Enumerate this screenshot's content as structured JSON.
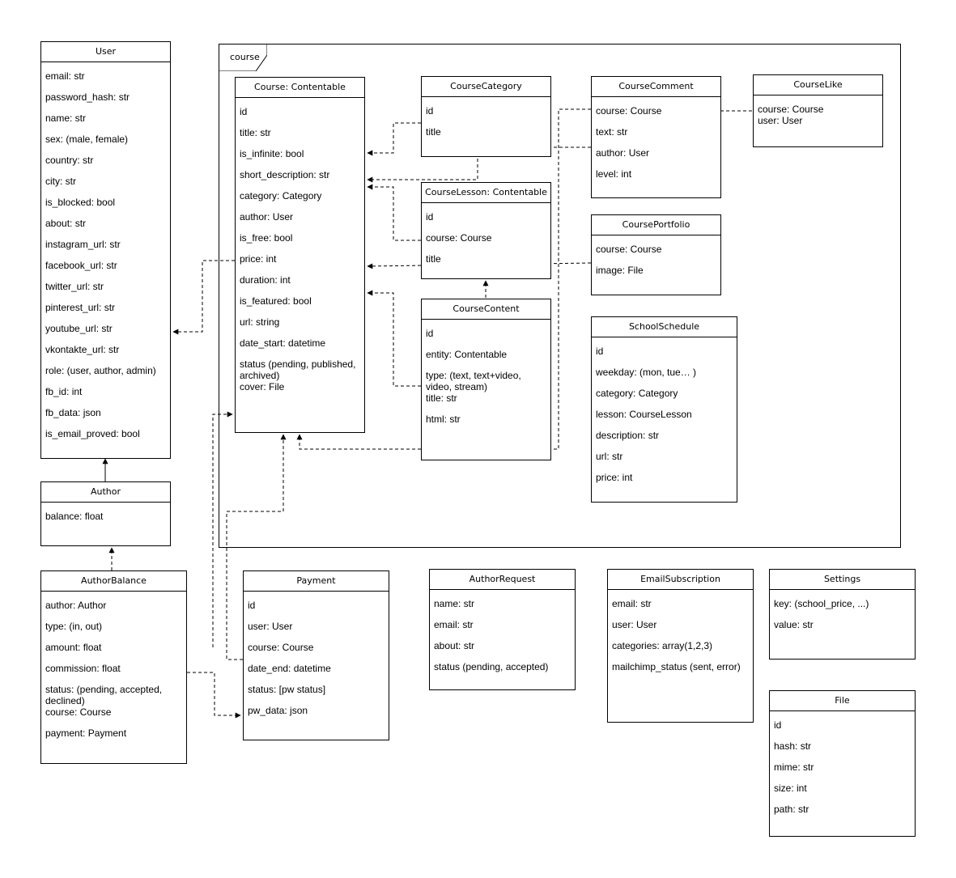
{
  "package": {
    "name": "course"
  },
  "classes": {
    "user": {
      "name": "User",
      "fields": [
        "email: str",
        "password_hash: str",
        "name: str",
        "sex: (male, female)",
        "country: str",
        "city: str",
        "is_blocked: bool",
        "about: str",
        "instagram_url: str",
        "facebook_url: str",
        "twitter_url: str",
        "pinterest_url: str",
        "youtube_url: str",
        "vkontakte_url: str",
        "role: (user, author, admin)",
        "fb_id: int",
        "fb_data: json",
        "is_email_proved: bool"
      ]
    },
    "author": {
      "name": "Author",
      "fields": [
        "balance: float"
      ]
    },
    "author_balance": {
      "name": "AuthorBalance",
      "fields": [
        "author: Author",
        "type: (in, out)",
        "amount: float",
        "commission: float",
        "status: (pending, accepted, declined)",
        "course: Course",
        "payment: Payment"
      ]
    },
    "course": {
      "name": "Course: Contentable",
      "fields": [
        "id",
        "title: str",
        "is_infinite: bool",
        "short_description: str",
        "category: Category",
        "author: User",
        "is_free: bool",
        "price: int",
        "duration: int",
        "is_featured: bool",
        "url: string",
        "date_start: datetime",
        "status (pending, published, archived)",
        "cover: File"
      ]
    },
    "course_category": {
      "name": "CourseCategory",
      "fields": [
        "id",
        "title"
      ]
    },
    "course_lesson": {
      "name": "CourseLesson: Contentable",
      "fields": [
        "id",
        "course: Course",
        "title"
      ]
    },
    "course_content": {
      "name": "CourseContent",
      "fields": [
        "id",
        "entity: Contentable",
        "type: (text, text+video, video, stream)",
        "title: str",
        "html: str"
      ]
    },
    "course_comment": {
      "name": "CourseComment",
      "fields": [
        "course: Course",
        "text: str",
        "author: User",
        "level: int"
      ]
    },
    "course_like": {
      "name": "CourseLike",
      "fields": [
        "course: Course",
        "user: User"
      ]
    },
    "course_portfolio": {
      "name": "CoursePortfolio",
      "fields": [
        "course: Course",
        "image: File"
      ]
    },
    "school_schedule": {
      "name": "SchoolSchedule",
      "fields": [
        "id",
        "weekday: (mon, tue… )",
        "category: Category",
        "lesson: CourseLesson",
        "description: str",
        "url: str",
        "price: int"
      ]
    },
    "payment": {
      "name": "Payment",
      "fields": [
        "id",
        "user: User",
        "course: Course",
        "date_end: datetime",
        "status: [pw status]",
        "pw_data: json"
      ]
    },
    "author_request": {
      "name": "AuthorRequest",
      "fields": [
        "name: str",
        "email: str",
        "about: str",
        "status (pending, accepted)"
      ]
    },
    "email_subscription": {
      "name": "EmailSubscription",
      "fields": [
        "email: str",
        "user: User",
        "categories: array(1,2,3)",
        "mailchimp_status (sent, error)"
      ]
    },
    "settings": {
      "name": "Settings",
      "fields": [
        "key: (school_price, ...)",
        "value: str"
      ]
    },
    "file": {
      "name": "File",
      "fields": [
        "id",
        "hash: str",
        "mime: str",
        "size: int",
        "path: str"
      ]
    }
  }
}
